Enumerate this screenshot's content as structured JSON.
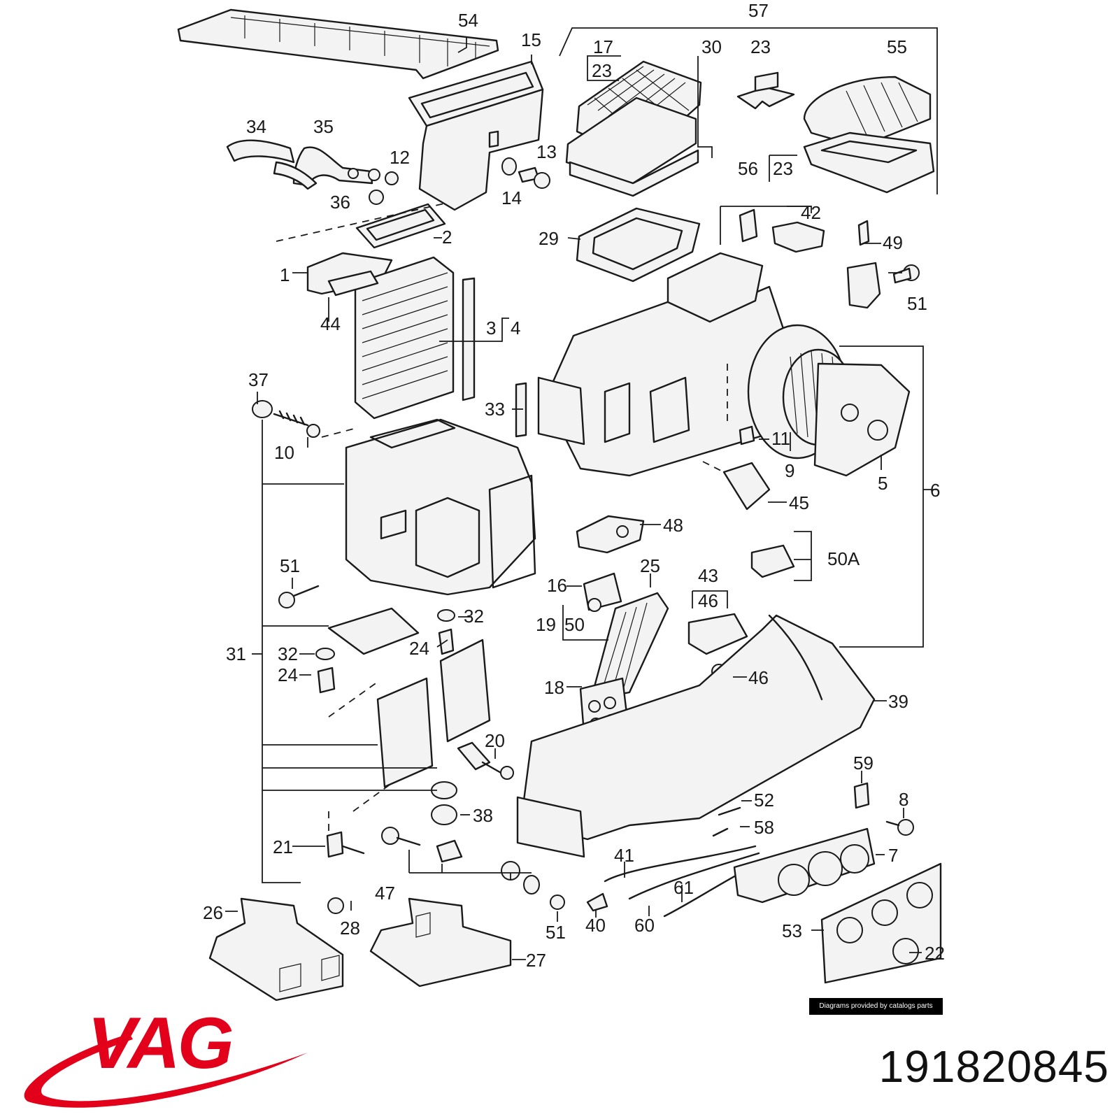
{
  "brand": {
    "name": "VAG",
    "color": "#e2001a"
  },
  "part_number": "191820845",
  "credit": "Diagrams provided by catalogs parts",
  "callouts": {
    "c54": "54",
    "c15": "15",
    "c57": "57",
    "c17": "17",
    "c23a": "23",
    "c30": "30",
    "c23b": "23",
    "c55": "55",
    "c34": "34",
    "c35": "35",
    "c12": "12",
    "c13": "13",
    "c14": "14",
    "c36": "36",
    "c56": "56",
    "c23c": "23",
    "c2": "2",
    "c29": "29",
    "c42": "42",
    "c49": "49",
    "c1": "1",
    "c51a": "51",
    "c44": "44",
    "c3": "3",
    "c4": "4",
    "c37": "37",
    "c33": "33",
    "c11": "11",
    "c10": "10",
    "c9": "9",
    "c5": "5",
    "c6": "6",
    "c45": "45",
    "c48": "48",
    "c50a": "50A",
    "c51b": "51",
    "c25": "25",
    "c43": "43",
    "c16": "16",
    "c46a": "46",
    "c19": "19",
    "c50b": "50",
    "c32a": "32",
    "c24a": "24",
    "c31": "31",
    "c32b": "32",
    "c24b": "24",
    "c46b": "46",
    "c18": "18",
    "c39": "39",
    "c20": "20",
    "c59": "59",
    "c52": "52",
    "c8": "8",
    "c38": "38",
    "c58": "58",
    "c21": "21",
    "c7": "7",
    "c41": "41",
    "c47": "47",
    "c61": "61",
    "c26": "26",
    "c28": "28",
    "c51c": "51",
    "c40": "40",
    "c60": "60",
    "c53": "53",
    "c22": "22",
    "c27": "27"
  }
}
